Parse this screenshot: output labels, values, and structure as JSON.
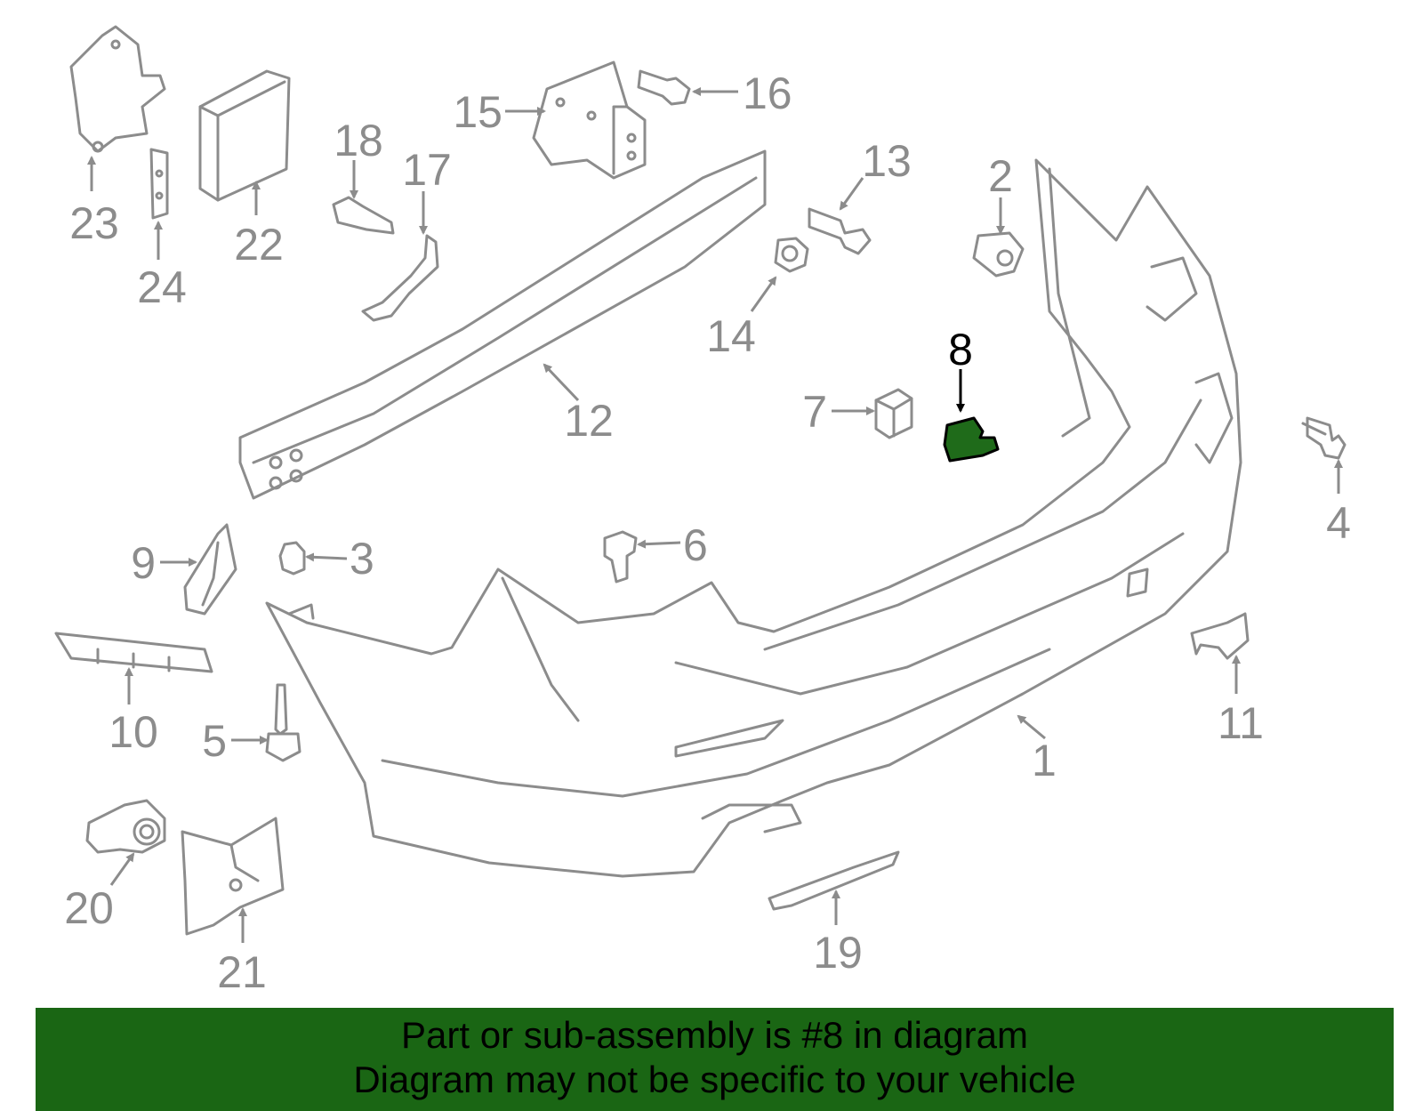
{
  "diagram": {
    "callouts": [
      {
        "id": "1",
        "label": "1"
      },
      {
        "id": "2",
        "label": "2"
      },
      {
        "id": "3",
        "label": "3"
      },
      {
        "id": "4",
        "label": "4"
      },
      {
        "id": "5",
        "label": "5"
      },
      {
        "id": "6",
        "label": "6"
      },
      {
        "id": "7",
        "label": "7"
      },
      {
        "id": "8",
        "label": "8",
        "highlighted": true
      },
      {
        "id": "9",
        "label": "9"
      },
      {
        "id": "10",
        "label": "10"
      },
      {
        "id": "11",
        "label": "11"
      },
      {
        "id": "12",
        "label": "12"
      },
      {
        "id": "13",
        "label": "13"
      },
      {
        "id": "14",
        "label": "14"
      },
      {
        "id": "15",
        "label": "15"
      },
      {
        "id": "16",
        "label": "16"
      },
      {
        "id": "17",
        "label": "17"
      },
      {
        "id": "18",
        "label": "18"
      },
      {
        "id": "19",
        "label": "19"
      },
      {
        "id": "20",
        "label": "20"
      },
      {
        "id": "21",
        "label": "21"
      },
      {
        "id": "22",
        "label": "22"
      },
      {
        "id": "23",
        "label": "23"
      },
      {
        "id": "24",
        "label": "24"
      }
    ],
    "colors": {
      "line": "#8c8c8c",
      "highlight_fill": "#1f6b1a",
      "highlight_callout": "#000000",
      "banner_background": "#1a6614"
    }
  },
  "banner": {
    "line1": "Part or sub-assembly is #8 in diagram",
    "line2": "Diagram may not be specific to your vehicle"
  }
}
